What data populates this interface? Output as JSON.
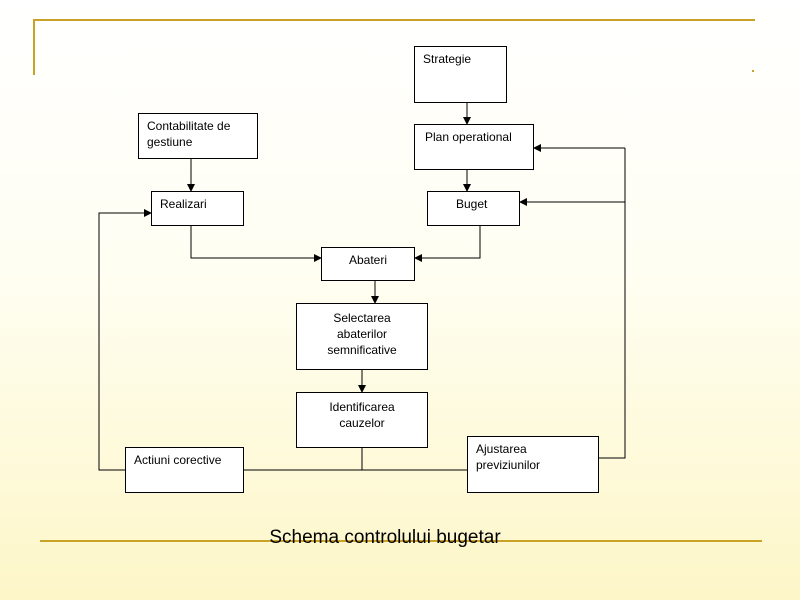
{
  "diagram": {
    "nodes": {
      "strategie": "Strategie",
      "plan_operational": "Plan operational",
      "buget": "Buget",
      "contabilitate": "Contabilitate de\ngestiune",
      "realizari": "Realizari",
      "abateri": "Abateri",
      "selectarea": "Selectarea\nabaterilor\nsemnificative",
      "identificarea": "Identificarea\ncauzelor",
      "actiuni": "Actiuni corective",
      "ajustarea": "Ajustarea\npreviziunilor"
    },
    "caption": "Schema controlului bugetar"
  },
  "colors": {
    "accent_rule": "#c9a227",
    "line": "#000000"
  }
}
